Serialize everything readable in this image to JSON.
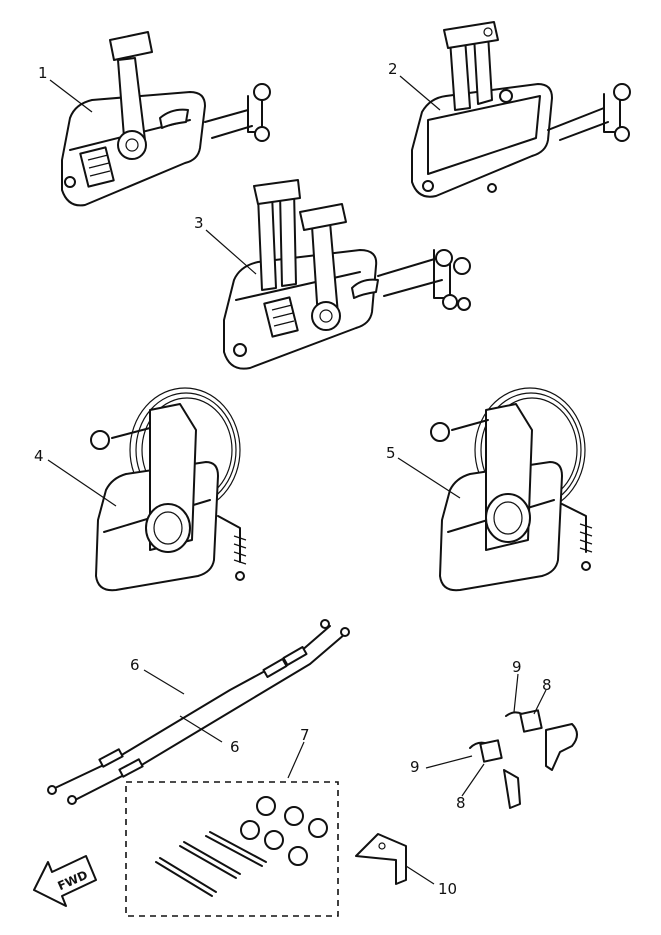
{
  "callouts": {
    "c1": "1",
    "c2": "2",
    "c3": "3",
    "c4": "4",
    "c5": "5",
    "c6a": "6",
    "c6b": "6",
    "c7": "7",
    "c8a": "8",
    "c8b": "8",
    "c9a": "9",
    "c9b": "9",
    "c10": "10"
  },
  "arrow_label": "FWD"
}
